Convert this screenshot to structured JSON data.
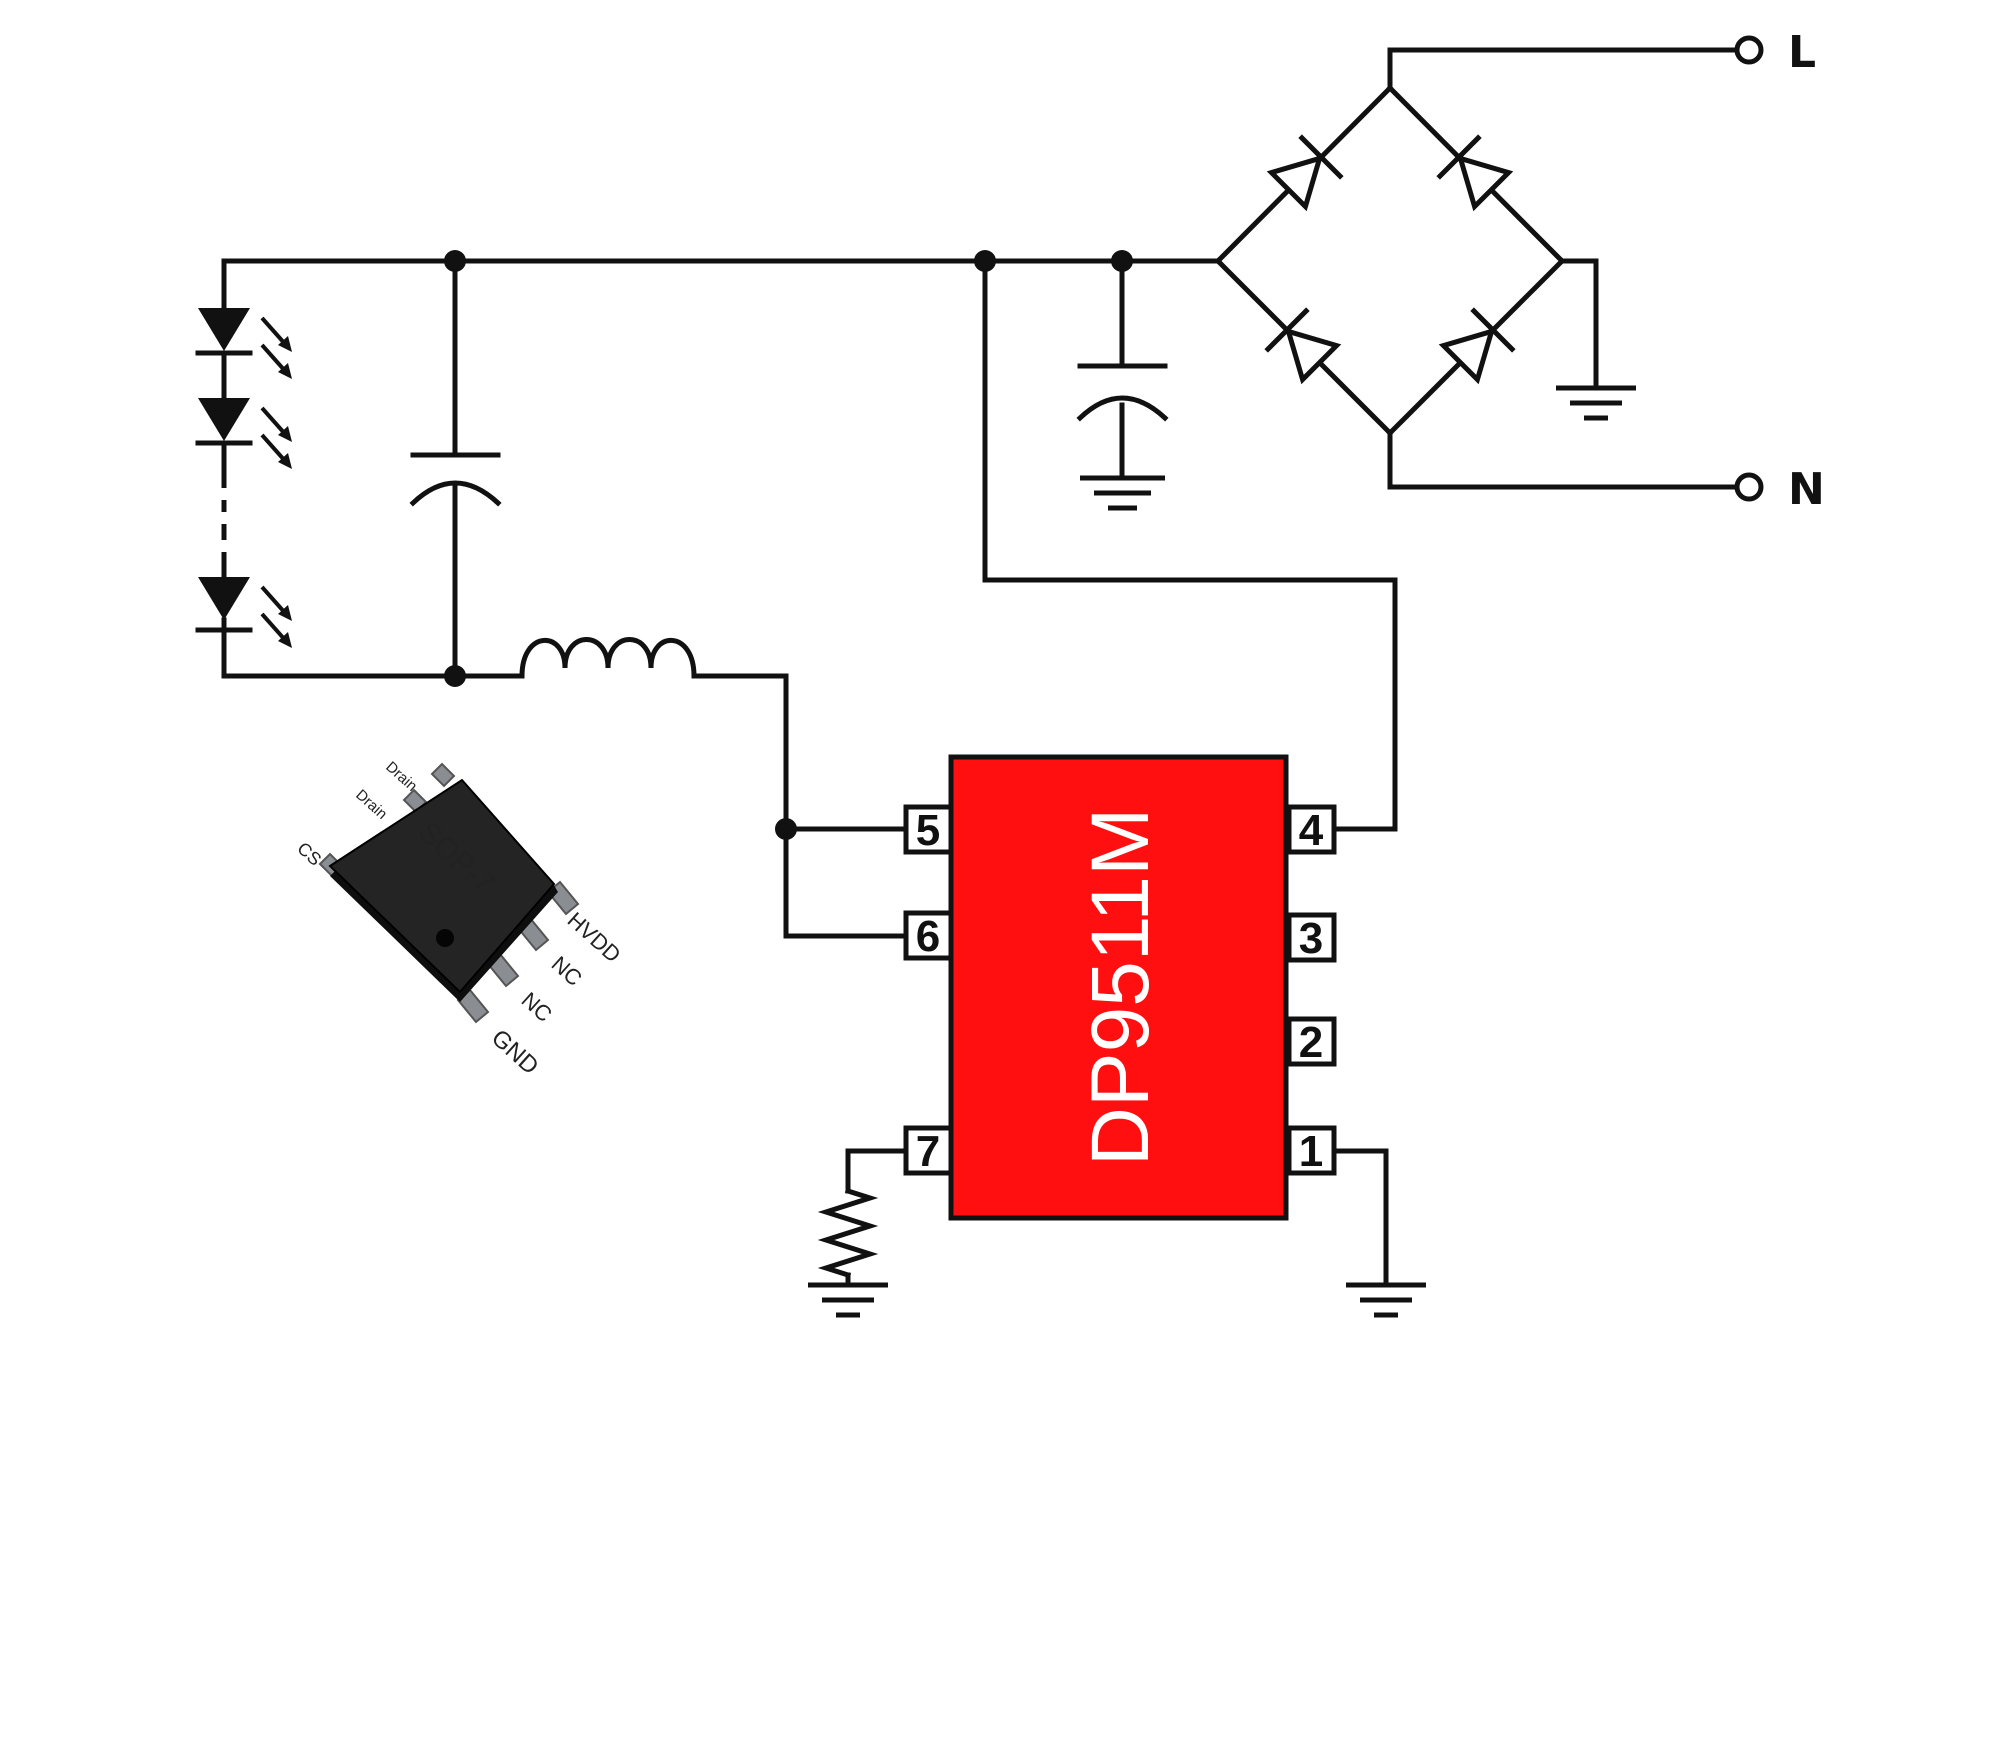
{
  "ic": {
    "part_number": "DP9511M",
    "color": "#ff0f0f",
    "pins": {
      "p1": "1",
      "p2": "2",
      "p3": "3",
      "p4": "4",
      "p5": "5",
      "p6": "6",
      "p7": "7"
    }
  },
  "terminals": {
    "top": "L",
    "bottom": "N"
  },
  "package": {
    "name": "SOP-7",
    "pin_labels": {
      "drain_1": "Drain",
      "drain_2": "Drain",
      "cs": "CS",
      "hvdd": "HVDD",
      "nc_1": "NC",
      "nc_2": "NC",
      "gnd": "GND"
    }
  }
}
